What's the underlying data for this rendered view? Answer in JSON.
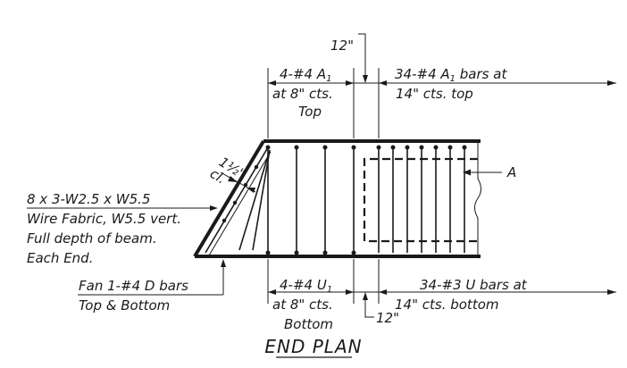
{
  "drawing": {
    "title": "END PLAN",
    "notes": {
      "top_spacing_12": "12\"",
      "bottom_spacing_12": "12\"",
      "top_left_line1": "4-#4 A",
      "top_left_sub": "1",
      "top_left_line2": "at 8\" cts.",
      "top_left_line3": "Top",
      "top_right_line1": "34-#4 A",
      "top_right_sub": "1",
      "top_right_line1_tail": " bars at",
      "top_right_line2": "14\" cts. top",
      "section_label": "A",
      "clear_cover_value": "1½\"",
      "clear_cover_label": "cl.",
      "wire_line1": "8 x 3-W2.5 x W5.5",
      "wire_line2": "Wire Fabric, W5.5 vert.",
      "wire_line3": "Full depth of beam.",
      "wire_line4": "Each End.",
      "fan_line1": "Fan 1-#4 D bars",
      "fan_line2": "Top & Bottom",
      "bottom_left_line1": "4-#4 U",
      "bottom_left_sub": "1",
      "bottom_left_line2": "at 8\" cts.",
      "bottom_left_line3": "Bottom",
      "bottom_right_line1": "34-#3 U bars at",
      "bottom_right_line2": "14\" cts. bottom"
    }
  }
}
